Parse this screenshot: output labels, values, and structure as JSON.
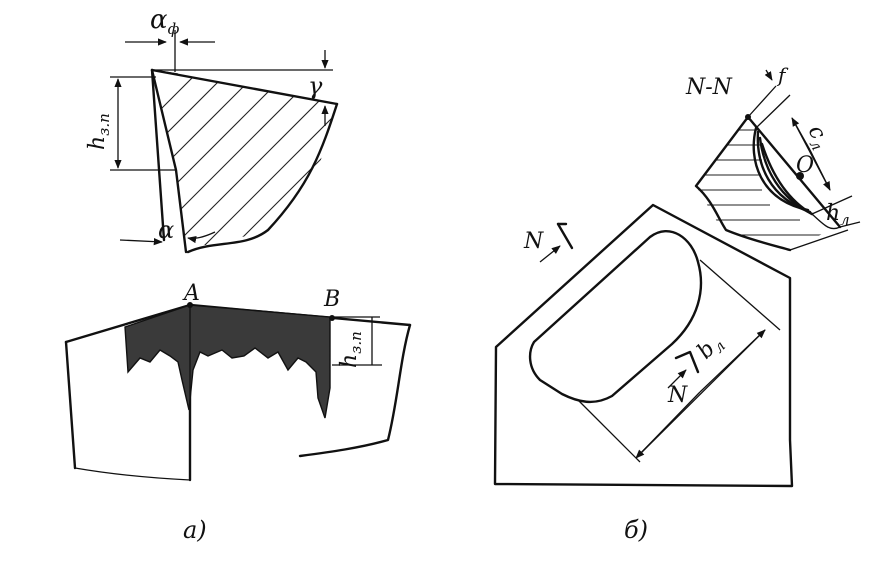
{
  "labels": {
    "alpha_f_main": "α",
    "alpha_f_sub": "ф",
    "gamma": "γ",
    "h_zp_main": "h",
    "h_zp_sub": "з.п",
    "alpha": "α",
    "point_a": "A",
    "point_b": "B",
    "h_zp2_main": "h",
    "h_zp2_sub": "з.п",
    "section": "N-N",
    "f": "f",
    "c_main": "c",
    "c_sub": "л",
    "o": "O",
    "h_l_main": "h",
    "h_l_sub": "л",
    "b_main": "b",
    "b_sub": "л",
    "n_top": "N",
    "n_bottom": "N"
  },
  "captions": {
    "a": "а)",
    "b": "б)"
  },
  "colors": {
    "ink": "#111111",
    "wear_fill": "#3a3a3a"
  }
}
